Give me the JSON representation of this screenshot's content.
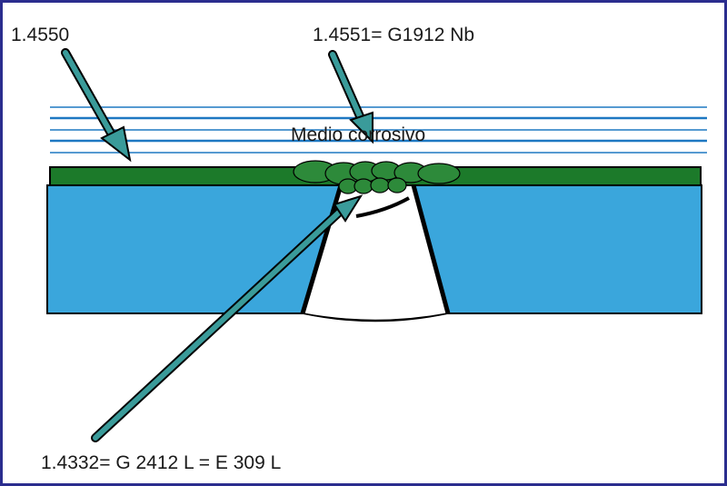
{
  "labels": {
    "top_left": "1.4550",
    "top_center": "1.4551= G1912 Nb",
    "medium": "Medio corrosivo",
    "bottom": "1.4332= G 2412 L = E 309 L"
  },
  "colors": {
    "frame": "#2b2d8e",
    "base_plate": "#3aa6dc",
    "cladding": "#1c7a2a",
    "weld_bead": "#2d8a3a",
    "arrow": "#3a9b9a",
    "medium_lines": "#1e78c2"
  },
  "icons": {
    "arrows": [
      "arrow-to-plate",
      "arrow-to-weld-top",
      "arrow-to-weld-root"
    ]
  }
}
